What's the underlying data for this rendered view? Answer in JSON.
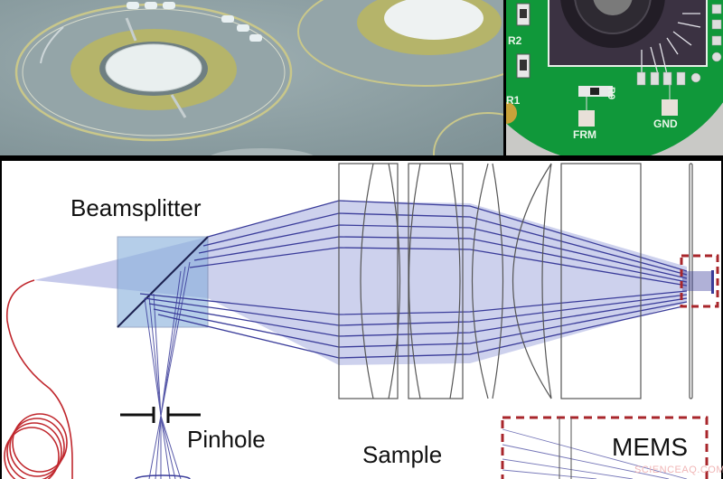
{
  "figure": {
    "top_left_photo": {
      "subject": "MEMS mirror chips on wafer",
      "colors": {
        "background": "#8c9ea2",
        "ring_gold": "#b8b86a",
        "mirror_white": "#e8eeee"
      }
    },
    "top_right_photo": {
      "subject": "MEMS mirror mounted on green PCB",
      "pcb_labels": [
        "R2",
        "R1",
        "R9",
        "FRM",
        "GND"
      ],
      "colors": {
        "pcb_green": "#0f9a3a",
        "chip_dark": "#3a3040"
      }
    },
    "diagram": {
      "labels": {
        "beamsplitter": "Beamsplitter",
        "pinhole": "Pinhole",
        "sample": "Sample",
        "mems": "MEMS"
      },
      "colors": {
        "beam_fill": "#b8bde6",
        "ray_line": "#3a3c9a",
        "fiber": "#c0272d",
        "highlight_box": "#a8262b",
        "lens_outline": "#555555",
        "beamsplitter_fill": "#8fb4de"
      }
    },
    "watermark": "SCIENCEAQ.COM"
  }
}
